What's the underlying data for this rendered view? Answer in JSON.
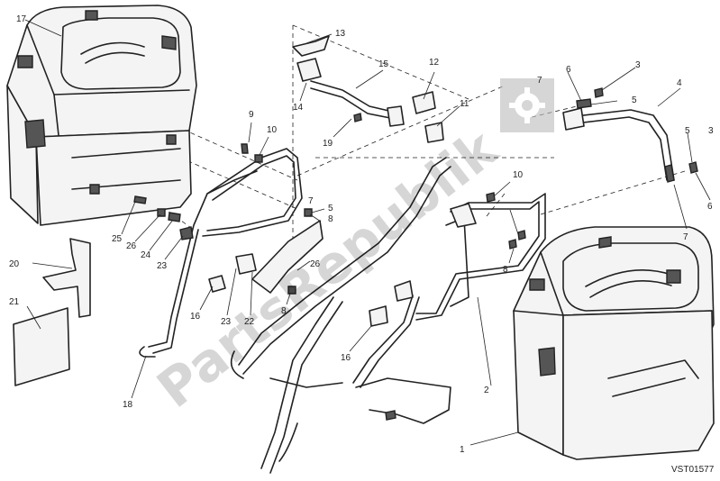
{
  "diagram": {
    "drawing_code": "VST01577",
    "watermark": "PartsRepublik",
    "callouts": [
      {
        "id": "c-17",
        "label": "17"
      },
      {
        "id": "c-13",
        "label": "13"
      },
      {
        "id": "c-15",
        "label": "15"
      },
      {
        "id": "c-12",
        "label": "12"
      },
      {
        "id": "c-14",
        "label": "14"
      },
      {
        "id": "c-19",
        "label": "19"
      },
      {
        "id": "c-11",
        "label": "11"
      },
      {
        "id": "c-9",
        "label": "9"
      },
      {
        "id": "c-10a",
        "label": "10"
      },
      {
        "id": "c-10b",
        "label": "10"
      },
      {
        "id": "c-7a",
        "label": "7"
      },
      {
        "id": "c-7b",
        "label": "7"
      },
      {
        "id": "c-7c",
        "label": "7"
      },
      {
        "id": "c-6a",
        "label": "6"
      },
      {
        "id": "c-6b",
        "label": "6"
      },
      {
        "id": "c-3a",
        "label": "3"
      },
      {
        "id": "c-3b",
        "label": "3"
      },
      {
        "id": "c-5a",
        "label": "5"
      },
      {
        "id": "c-5b",
        "label": "5"
      },
      {
        "id": "c-5c",
        "label": "5"
      },
      {
        "id": "c-4",
        "label": "4"
      },
      {
        "id": "c-8a",
        "label": "8"
      },
      {
        "id": "c-8b",
        "label": "8"
      },
      {
        "id": "c-8c",
        "label": "8"
      },
      {
        "id": "c-25",
        "label": "25"
      },
      {
        "id": "c-26a",
        "label": "26"
      },
      {
        "id": "c-26b",
        "label": "26"
      },
      {
        "id": "c-24",
        "label": "24"
      },
      {
        "id": "c-23a",
        "label": "23"
      },
      {
        "id": "c-23b",
        "label": "23"
      },
      {
        "id": "c-22",
        "label": "22"
      },
      {
        "id": "c-20",
        "label": "20"
      },
      {
        "id": "c-21",
        "label": "21"
      },
      {
        "id": "c-16a",
        "label": "16"
      },
      {
        "id": "c-16b",
        "label": "16"
      },
      {
        "id": "c-18",
        "label": "18"
      },
      {
        "id": "c-2",
        "label": "2"
      },
      {
        "id": "c-1",
        "label": "1"
      }
    ]
  }
}
